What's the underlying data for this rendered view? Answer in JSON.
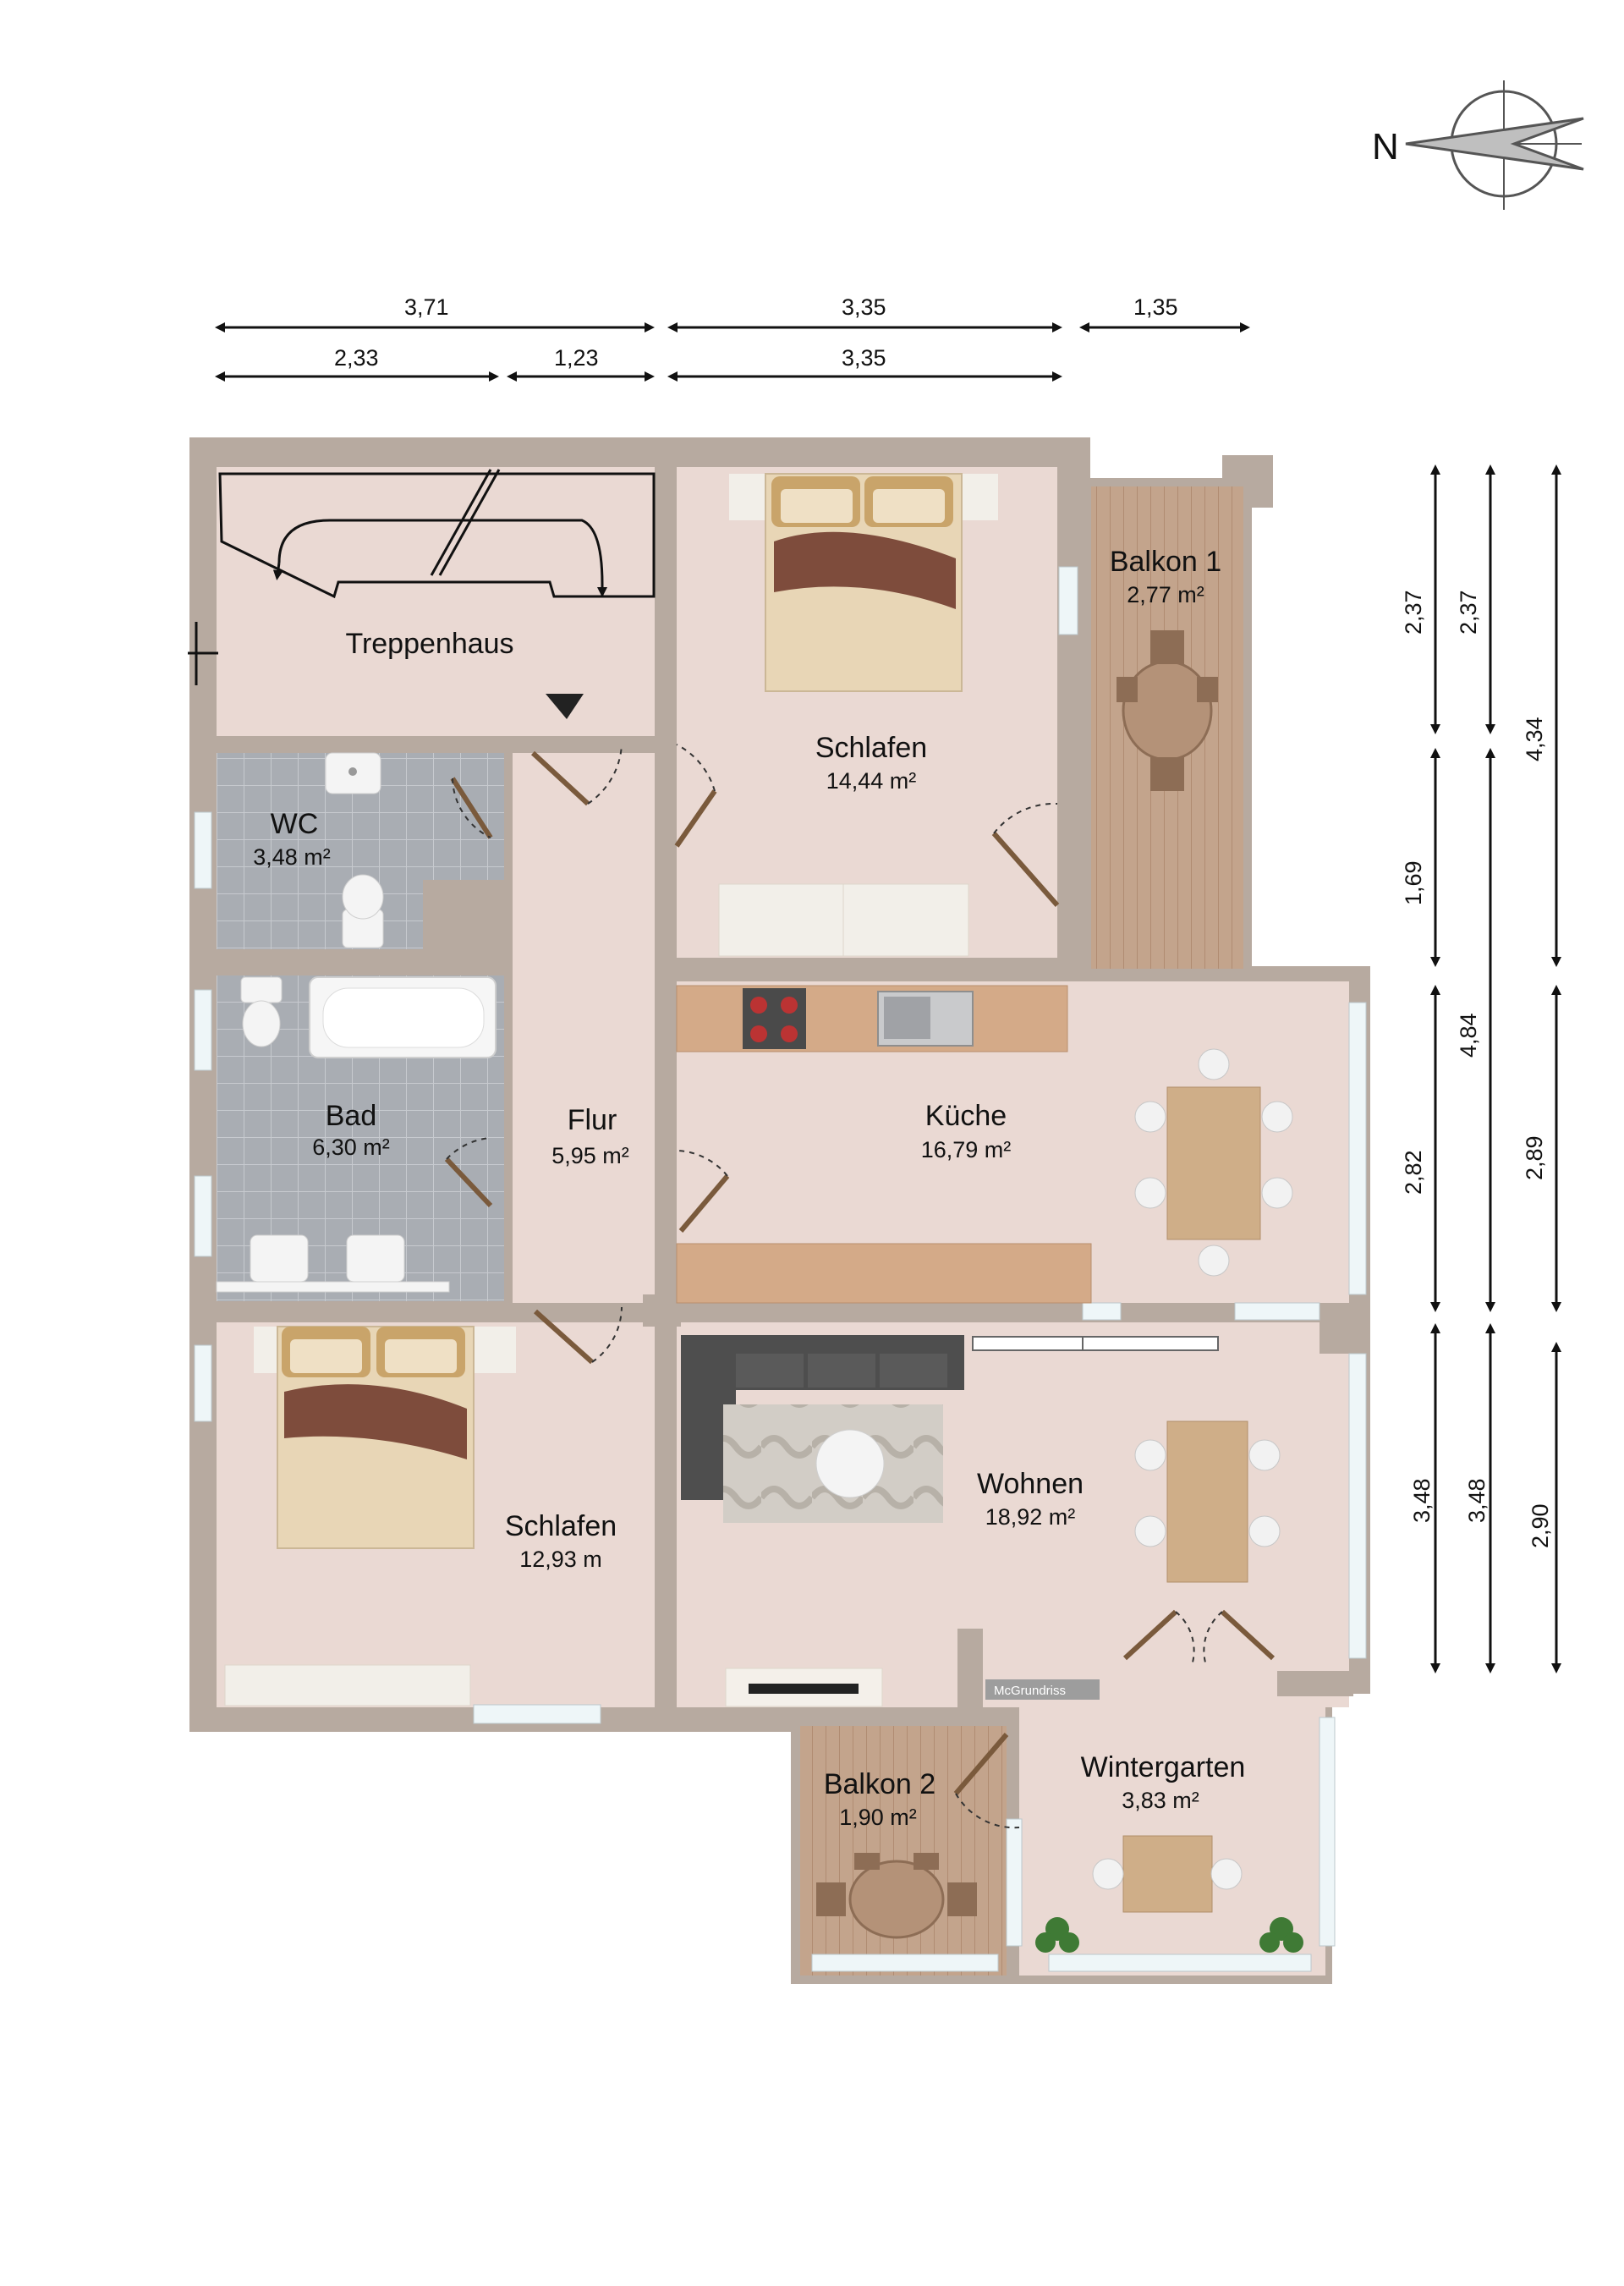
{
  "compass": {
    "north_label": "N"
  },
  "logo": {
    "text": "McGrundriss"
  },
  "rooms": {
    "treppenhaus": {
      "name": "Treppenhaus",
      "area": ""
    },
    "schlafen1": {
      "name": "Schlafen",
      "area": "14,44 m²"
    },
    "balkon1": {
      "name": "Balkon 1",
      "area": "2,77 m²"
    },
    "wc": {
      "name": "WC",
      "area": "3,48 m²"
    },
    "bad": {
      "name": "Bad",
      "area": "6,30 m²"
    },
    "flur": {
      "name": "Flur",
      "area": "5,95 m²"
    },
    "kueche": {
      "name": "Küche",
      "area": "16,79 m²"
    },
    "schlafen2": {
      "name": "Schlafen",
      "area": "12,93 m"
    },
    "wohnen": {
      "name": "Wohnen",
      "area": "18,92 m²"
    },
    "balkon2": {
      "name": "Balkon 2",
      "area": "1,90 m²"
    },
    "wintergarten": {
      "name": "Wintergarten",
      "area": "3,83 m²"
    }
  },
  "dimensions": {
    "top_row1": [
      "3,71",
      "3,35",
      "1,35"
    ],
    "top_row2": [
      "2,33",
      "1,23",
      "3,35"
    ],
    "right_col1": [
      "2,37",
      "1,69",
      "2,82",
      "3,48"
    ],
    "right_col2": [
      "2,37",
      "4,84",
      "3,48"
    ],
    "right_col3": [
      "4,34",
      "2,89",
      "2,90"
    ]
  },
  "colors": {
    "wall": "#b7aaa0",
    "floor": "#ead9d3",
    "tile": "#a8acb2",
    "balcony": "#c3a48c",
    "counter": "#d4aa88",
    "table": "#cfae88",
    "sofa": "#4e4e4e",
    "bed_blanket": "#e8d6b6",
    "bed_throw": "#7e4c3c",
    "pillow": "#c9a46a",
    "window": "#eef6f8"
  }
}
